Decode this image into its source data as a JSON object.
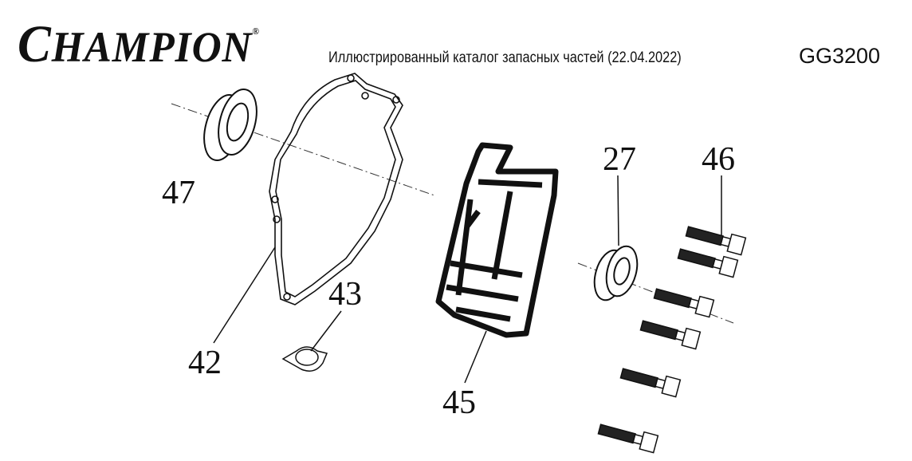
{
  "header": {
    "logo_text": "CHAMPION",
    "logo_mark": "®",
    "subtitle": "Иллюстрированный каталог запасных частей (22.04.2022)",
    "model": "GG3200"
  },
  "parts": [
    {
      "number": "47",
      "name": "bearing"
    },
    {
      "number": "42",
      "name": "gasket"
    },
    {
      "number": "43",
      "name": "dowel-pin"
    },
    {
      "number": "45",
      "name": "guide-frame"
    },
    {
      "number": "27",
      "name": "bearing"
    },
    {
      "number": "46",
      "name": "bolt"
    }
  ]
}
